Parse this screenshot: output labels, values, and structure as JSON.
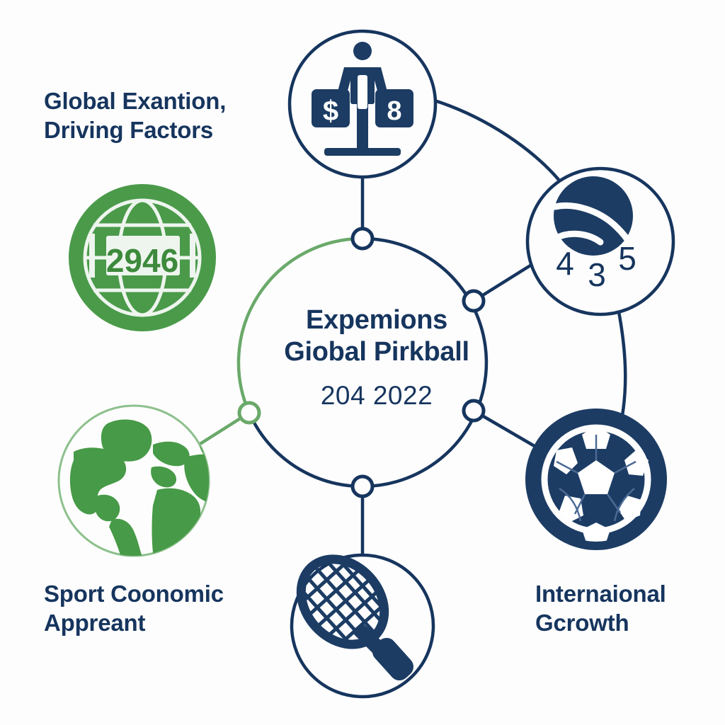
{
  "theme": {
    "background": "#fdfdfd",
    "navy": "#16355e",
    "navy_dark": "#1a3a63",
    "green": "#4a9a4a",
    "green_light": "#7fb97f",
    "white": "#ffffff"
  },
  "hub": {
    "title_line_1": "Expemions",
    "title_line_2": "Giobal Pirkball",
    "subtitle": "204 2022"
  },
  "labels": {
    "top_left": "Global Exantion,\nDriving Factors",
    "bottom_left": "Sport Coonomic\nAppreant",
    "bottom_right": "Internaional\nGcrowth"
  },
  "nodes": [
    {
      "id": "scoreboard",
      "icon": "scoreboard-person-icon",
      "style": "outline-navy",
      "values": {
        "left_tile": "$",
        "right_tile": "8"
      }
    },
    {
      "id": "pickleball",
      "icon": "pickleball-ball-icon",
      "style": "outline-navy",
      "values": {
        "num_1": "4",
        "num_2": "3",
        "num_3": "5"
      }
    },
    {
      "id": "soccer",
      "icon": "soccer-ball-icon",
      "style": "filled-navy",
      "values": {}
    },
    {
      "id": "racket",
      "icon": "tennis-racket-icon",
      "style": "outline-navy",
      "values": {}
    },
    {
      "id": "worldmap",
      "icon": "world-map-icon",
      "style": "outline-green-light",
      "values": {}
    },
    {
      "id": "globe",
      "icon": "globe-badge-icon",
      "style": "filled-green",
      "values": {
        "badge_number": "2946"
      }
    }
  ],
  "connector_nodes": [
    {
      "id": "node-top",
      "color": "navy"
    },
    {
      "id": "node-left",
      "color": "green"
    },
    {
      "id": "node-right-upper",
      "color": "navy"
    },
    {
      "id": "node-right-lower",
      "color": "navy"
    },
    {
      "id": "node-bottom",
      "color": "navy"
    }
  ]
}
